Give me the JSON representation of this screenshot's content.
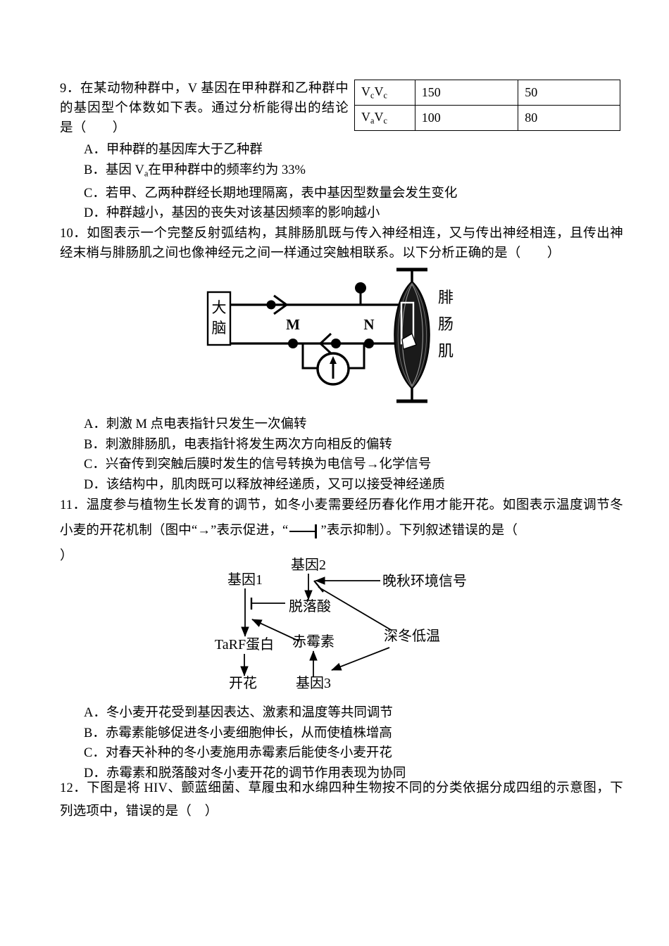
{
  "questions": {
    "q9": {
      "number": "9",
      "stem": "9．在某动物种群中，V 基因在甲种群和乙种群中的基因型个体数如下表。通过分析能得出的结论是（　　）",
      "table": {
        "rows": [
          {
            "genotype_main": "V",
            "genotype_sub1": "c",
            "genotype_mid": "V",
            "genotype_sub2": "c",
            "col1": "150",
            "col2": "50"
          },
          {
            "genotype_main": "V",
            "genotype_sub1": "a",
            "genotype_mid": "V",
            "genotype_sub2": "c",
            "col1": "100",
            "col2": "80"
          }
        ]
      },
      "options": [
        "A．甲种群的基因库大于乙种群",
        "B．基因 Va在甲种群中的频率约为 33%",
        "C．若甲、乙两种群经长期地理隔离，表中基因型数量会发生变化",
        "D．种群越小，基因的丧失对该基因频率的影响越小"
      ],
      "option_b_parts": {
        "pre": "B．基因 V",
        "sub": "a",
        "post": "在甲种群中的频率约为 33%"
      }
    },
    "q10": {
      "stem": "10．如图表示一个完整反射弧结构，其腓肠肌既与传入神经相连，又与传出神经相连，且传出神经末梢与腓肠肌之间也像神经元之间一样通过突触相联系。以下分析正确的是（　　）",
      "figure": {
        "brain_label": "大脑",
        "point_m": "M",
        "point_n": "N",
        "muscle_label": "腓肠肌"
      },
      "options": [
        "A．刺激 M 点电表指针只发生一次偏转",
        "B．刺激腓肠肌，电表指针将发生两次方向相反的偏转",
        "C．兴奋传到突触后膜时发生的信号转换为电信号→化学信号",
        "D．该结构中，肌肉既可以释放神经递质，又可以接受神经递质"
      ]
    },
    "q11": {
      "stem_part1": "11．温度参与植物生长发育的调节，如冬小麦需要经历春化作用才能开花。如图表示温度调节冬小麦的开花机制（图中“→”表示促进，“",
      "stem_part2": "”表示抑制）。下列叙述错误的是（",
      "stem_part3": "）",
      "figure": {
        "nodes": [
          "基因1",
          "基因2",
          "脱落酸",
          "晚秋环境信号",
          "深冬低温",
          "TaRF蛋白",
          "赤霉素",
          "开花",
          "基因3"
        ]
      },
      "options": [
        "A．冬小麦开花受到基因表达、激素和温度等共同调节",
        "B．赤霉素能够促进冬小麦细胞伸长，从而使植株增高",
        "C．对春天补种的冬小麦施用赤霉素后能使冬小麦开花",
        "D．赤霉素和脱落酸对冬小麦开花的调节作用表现为协同"
      ]
    },
    "q12": {
      "stem": "12．下图是将 HIV、颤蓝细菌、草履虫和水绵四种生物按不同的分类依据分成四组的示意图，下列选项中，错误的是（　）"
    }
  }
}
